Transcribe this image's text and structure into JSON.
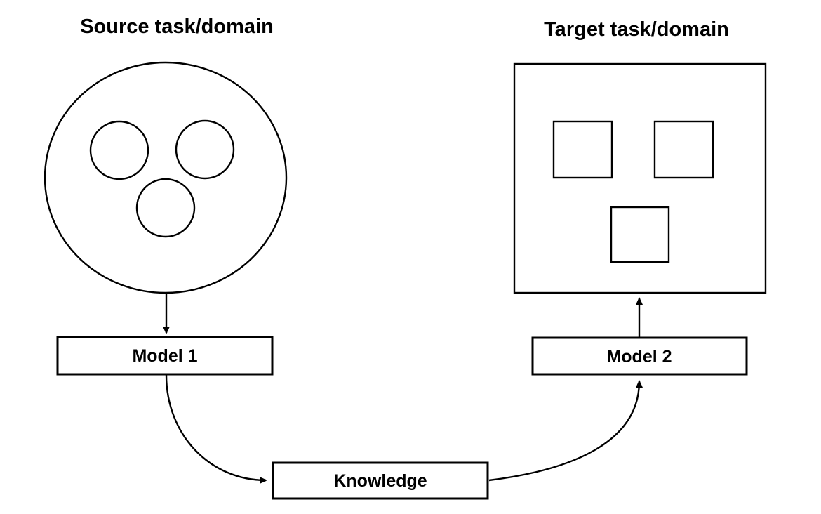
{
  "diagram": {
    "source": {
      "title": "Source task/domain"
    },
    "target": {
      "title": "Target task/domain"
    },
    "nodes": {
      "model1": "Model 1",
      "model2": "Model 2",
      "knowledge": "Knowledge"
    },
    "colors": {
      "stroke": "#000000",
      "background": "#ffffff"
    }
  }
}
